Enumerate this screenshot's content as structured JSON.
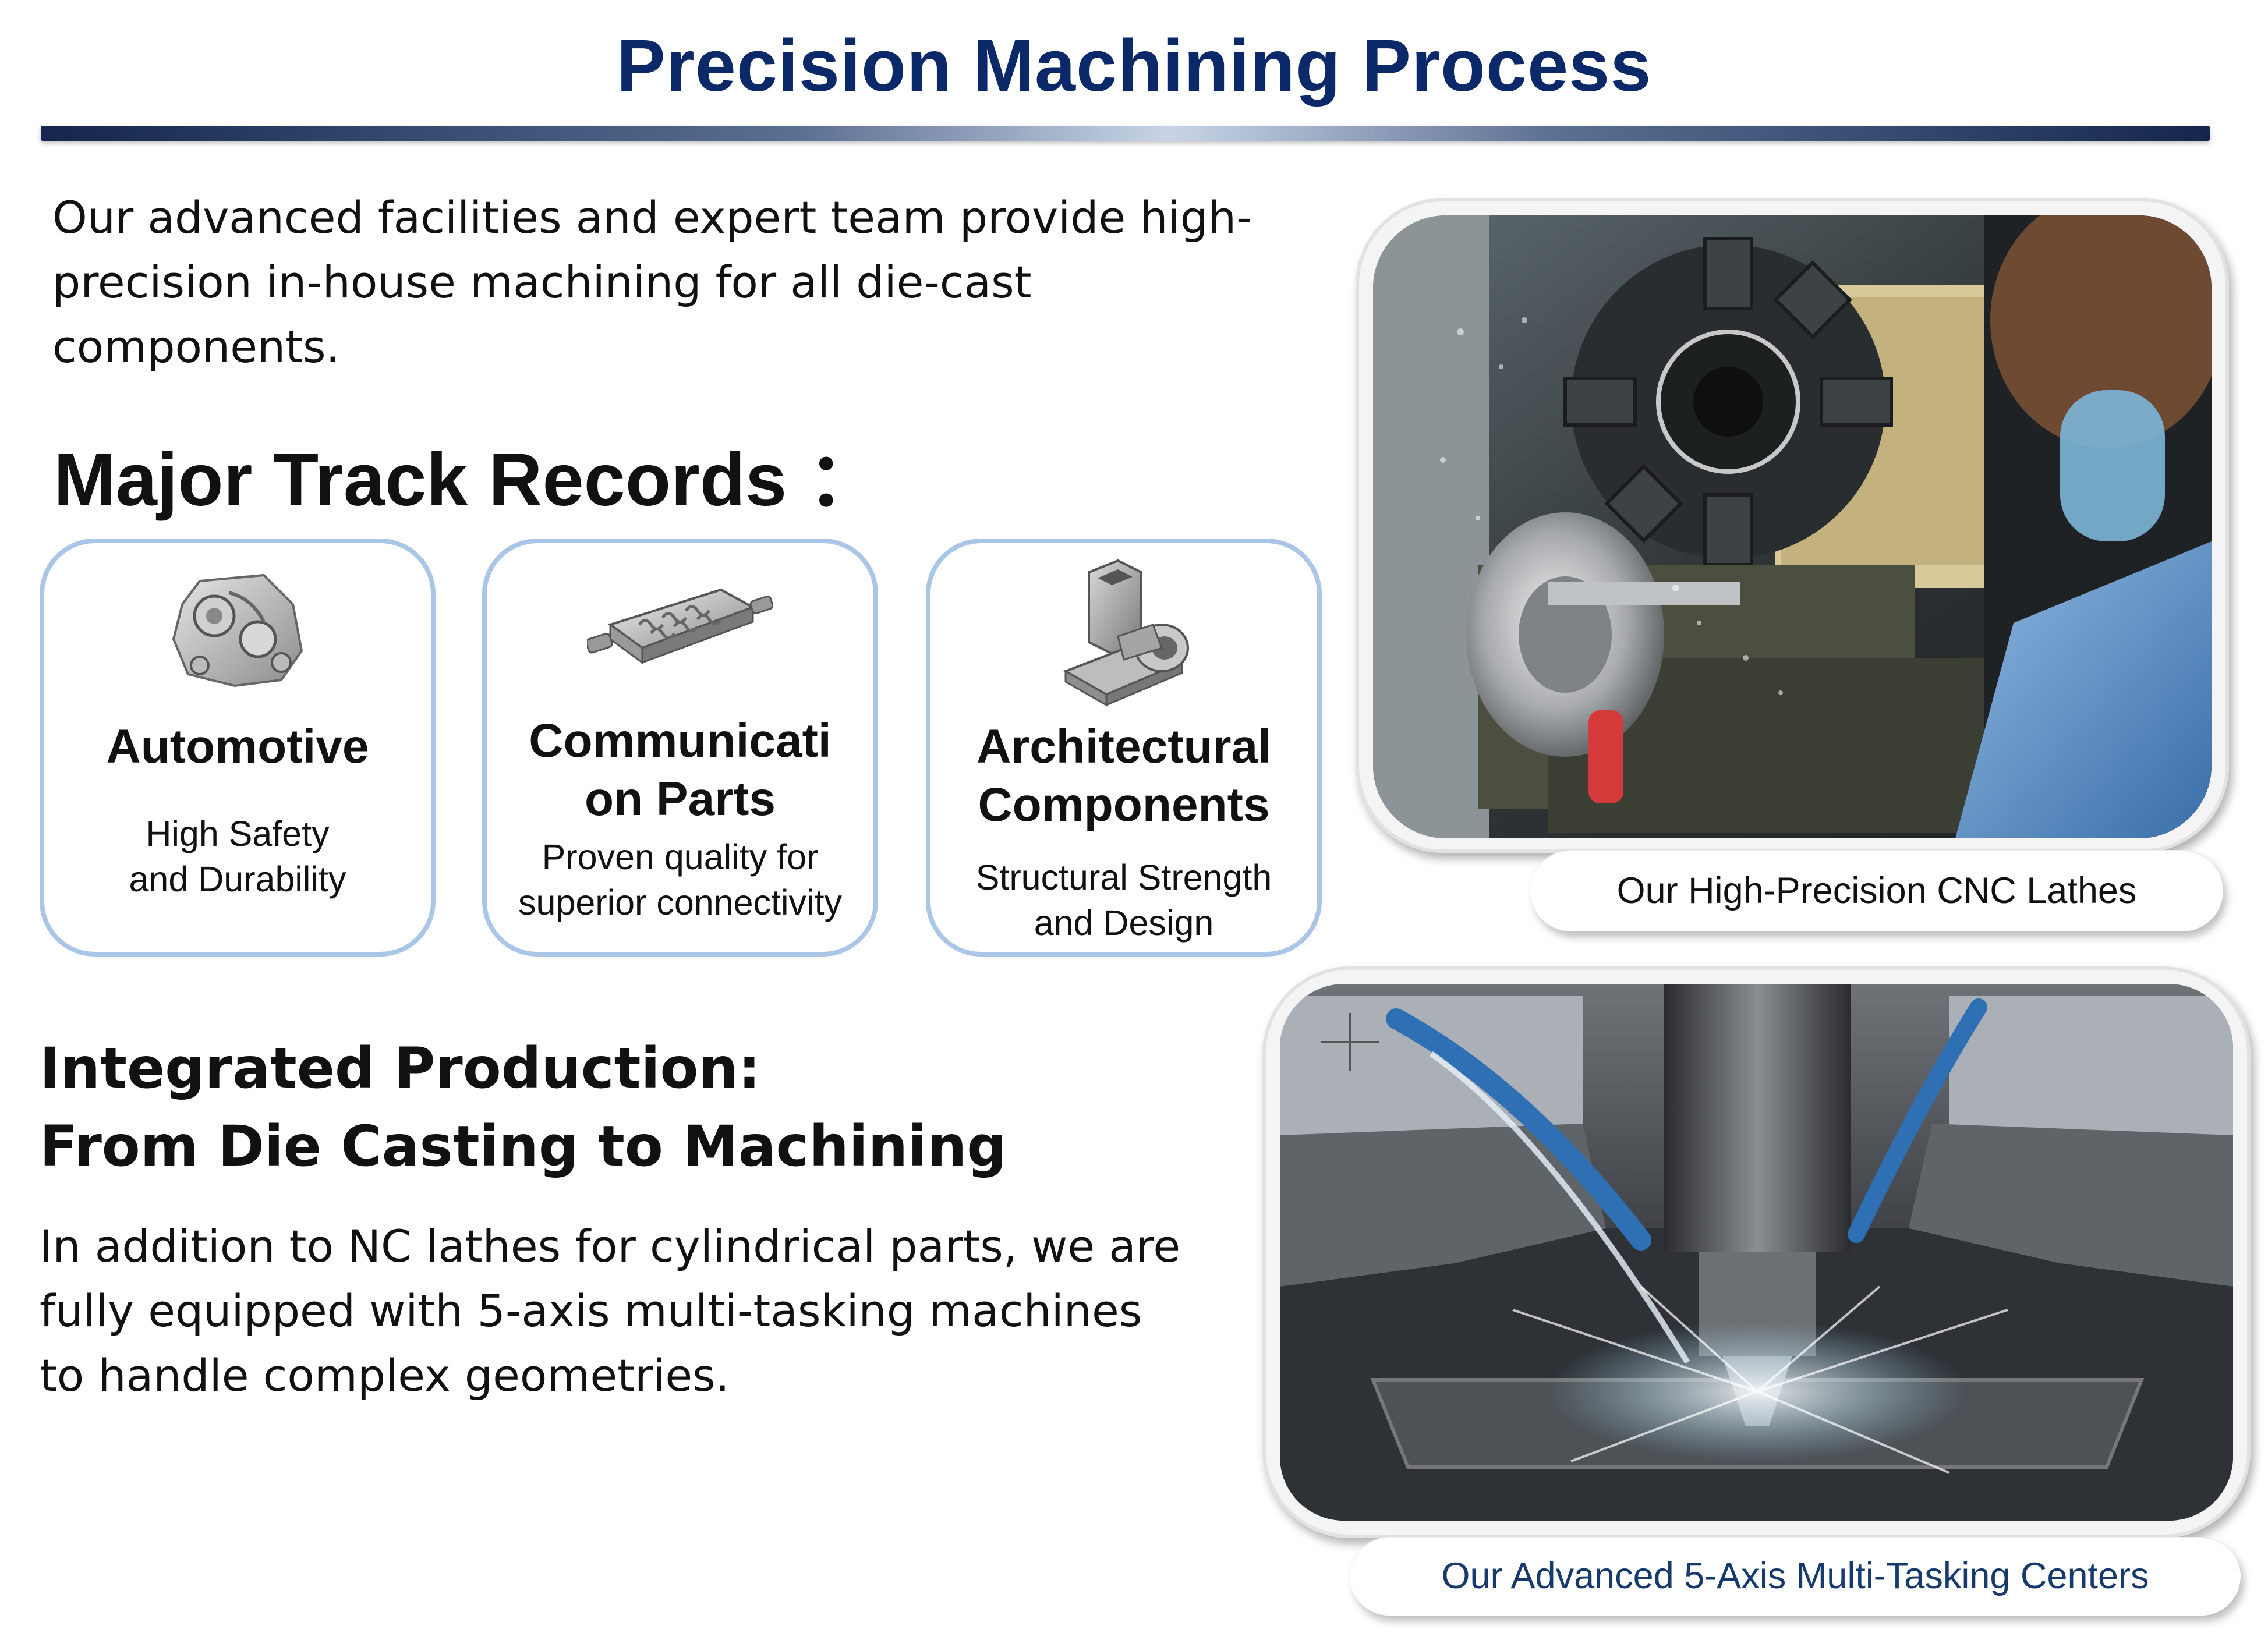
{
  "title": "Precision Machining Process",
  "intro": "Our advanced facilities and expert team provide high-\nprecision in-house machining for all die-cast\ncomponents.",
  "track_records": {
    "heading": "Major Track Records ：",
    "cards": [
      {
        "icon": "automotive-part-icon",
        "title": "Automotive",
        "subtitle": "High Safety\nand Durability"
      },
      {
        "icon": "communication-part-icon",
        "title": "Communicati\non Parts",
        "subtitle": "Proven quality for\nsuperior connectivity"
      },
      {
        "icon": "architectural-bracket-icon",
        "title": "Architectural\nComponents",
        "subtitle": "Structural Strength\nand Design"
      }
    ]
  },
  "integrated": {
    "heading": "Integrated Production:\nFrom Die Casting to Machining",
    "body": "In addition to NC lathes for cylindrical parts, we are\nfully equipped with 5-axis multi-tasking machines\nto handle complex geometries."
  },
  "photos": [
    {
      "caption": "Our High-Precision CNC Lathes"
    },
    {
      "caption": "Our Advanced 5-Axis Multi-Tasking Centers"
    }
  ],
  "colors": {
    "title": "#0b2869",
    "card_border": "#a9c6e6",
    "caption2": "#163a6e"
  }
}
